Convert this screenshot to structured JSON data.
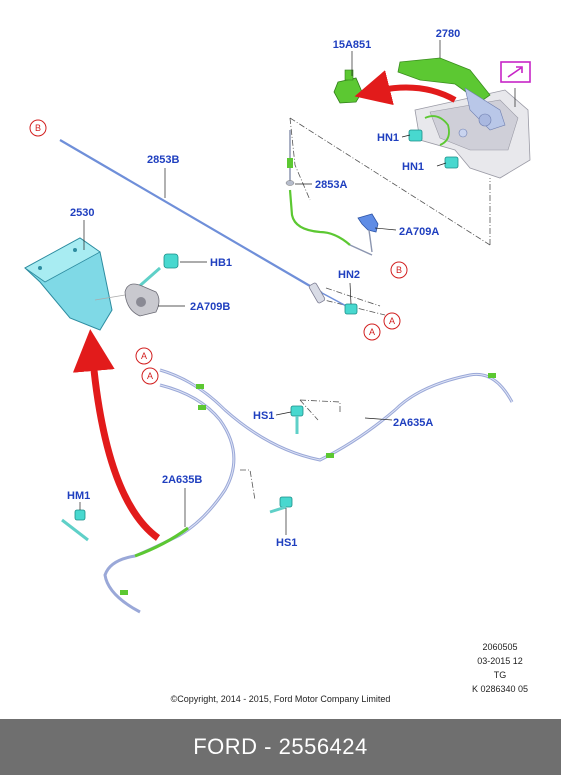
{
  "parts": {
    "p15A851": "15A851",
    "p2780": "2780",
    "pHN1a": "HN1",
    "pHN1b": "HN1",
    "p2853A": "2853A",
    "p2A709A": "2A709A",
    "p2853B": "2853B",
    "p2530": "2530",
    "pHB1": "HB1",
    "p2A709B": "2A709B",
    "pHN2": "HN2",
    "pHS1a": "HS1",
    "p2A635A": "2A635A",
    "p2A635B": "2A635B",
    "pHM1": "HM1",
    "pHS1b": "HS1"
  },
  "refs": {
    "A": "A",
    "B": "B"
  },
  "meta": {
    "line1": "2060505",
    "line2": "03-2015 12",
    "line3": "TG",
    "line4": "K 0286340 05"
  },
  "copyright": "©Copyright, 2014 - 2015, Ford Motor Company Limited",
  "footer": "FORD - 2556424",
  "colors": {
    "label": "#1f3fbf",
    "arrow": "#e21b1b",
    "footer_bg": "#6f6f6f",
    "cable_green": "#5cc832",
    "cable_blue": "#6f8fd9"
  },
  "icons": {
    "view_marker": "pencil-arrow-icon"
  }
}
